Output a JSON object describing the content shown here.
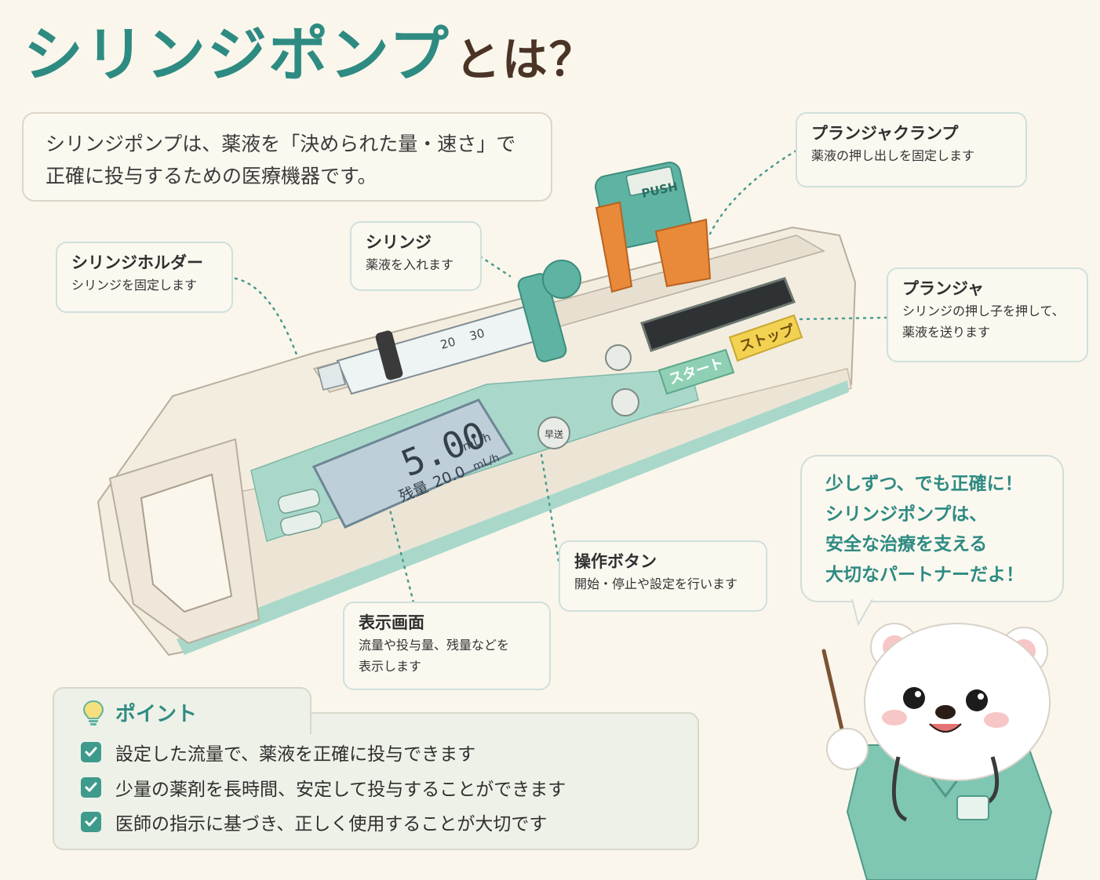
{
  "title": {
    "main": "シリンジポンプ",
    "sub": "とは？"
  },
  "intro": {
    "line1": "シリンジポンプは、薬液を「決められた量・速さ」で",
    "line2": "正確に投与するための医療機器です。"
  },
  "labels": {
    "holder": {
      "title": "シリンジホルダー",
      "desc": "シリンジを固定します"
    },
    "syringe": {
      "title": "シリンジ",
      "desc": "薬液を入れます"
    },
    "clamp": {
      "title": "プランジャクランプ",
      "desc": "薬液の押し出しを固定します"
    },
    "plunger": {
      "title": "プランジャ",
      "desc1": "シリンジの押し子を押して、",
      "desc2": "薬液を送ります"
    },
    "buttons": {
      "title": "操作ボタン",
      "desc": "開始・停止や設定を行います"
    },
    "display": {
      "title": "表示画面",
      "desc1": "流量や投与量、残量などを",
      "desc2": "表示します"
    }
  },
  "device": {
    "rate_value": "5.00",
    "rate_unit": "mL/h",
    "remain_label": "残量",
    "remain_value": "20.0",
    "remain_unit": "mL/h",
    "start_label": "スタート",
    "stop_label": "ストップ",
    "push_label": "PUSH",
    "scale_20": "20",
    "scale_30": "30",
    "fast_label": "早送"
  },
  "speech": {
    "line1": "少しずつ、でも正確に！",
    "line2": "シリンジポンプは、",
    "line3": "安全な治療を支える",
    "line4": "大切なパートナーだよ！"
  },
  "point": {
    "title": "ポイント",
    "items": [
      "設定した流量で、薬液を正確に投与できます",
      "少量の薬剤を長時間、安定して投与することができます",
      "医師の指示に基づき、正しく使用することが大切です"
    ]
  },
  "colors": {
    "teal": "#2e8b82",
    "brown": "#4a3426",
    "mint": "#a9d8cb",
    "orange": "#e88a3a",
    "yellow": "#f2d250"
  }
}
